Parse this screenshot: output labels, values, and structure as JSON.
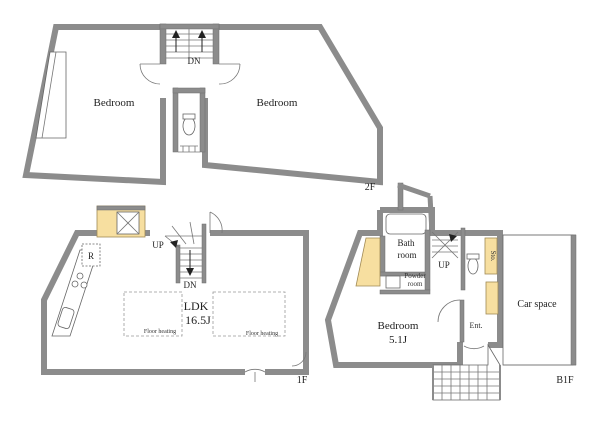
{
  "floor_2f": {
    "floor_label": "2F",
    "left_bedroom_label": "Bedroom",
    "right_bedroom_label": "Bedroom",
    "stair_label": "DN"
  },
  "floor_1f": {
    "floor_label": "1F",
    "ldk_label": "LDK",
    "ldk_size": "16.5J",
    "up_label": "UP",
    "dn_label": "DN",
    "fridge_label": "R",
    "floor_heating_left": "Floor heating",
    "floor_heating_right": "Floor heating"
  },
  "floor_b1f": {
    "floor_label": "B1F",
    "bedroom_label": "Bedroom",
    "bedroom_size": "5.1J",
    "bath_label_line1": "Bath",
    "bath_label_line2": "room",
    "powder_label_line1": "Powder",
    "powder_label_line2": "room",
    "up_label": "UP",
    "storage_label": "Sto.",
    "entrance_label": "Ent.",
    "car_space_label": "Car space"
  },
  "colors": {
    "wall": "#8c8c8c",
    "closet": "#f7dfa0",
    "background": "#ffffff"
  }
}
